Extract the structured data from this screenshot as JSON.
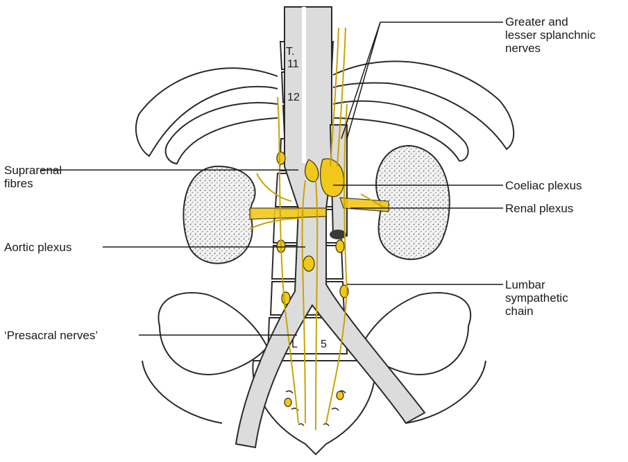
{
  "labels": {
    "splanchnic": [
      "Greater and",
      "lesser splanchnic",
      "nerves"
    ],
    "suprarenal": [
      "Suprarenal",
      "fibres"
    ],
    "coeliac": "Coeliac plexus",
    "renal": "Renal plexus",
    "aortic": "Aortic plexus",
    "lumbar": [
      "Lumbar",
      "sympathetic",
      "chain"
    ],
    "presacral": "‘Presacral nerves’"
  },
  "vertebra_labels": {
    "t": "T.",
    "t11": "11",
    "t12": "12",
    "l": "L",
    "l5": "5"
  },
  "colors": {
    "nerve": "#f2c81a",
    "outline": "#2a2a2a",
    "kidney_fill": "#ececec",
    "aorta_fill": "#dcdcdc"
  }
}
